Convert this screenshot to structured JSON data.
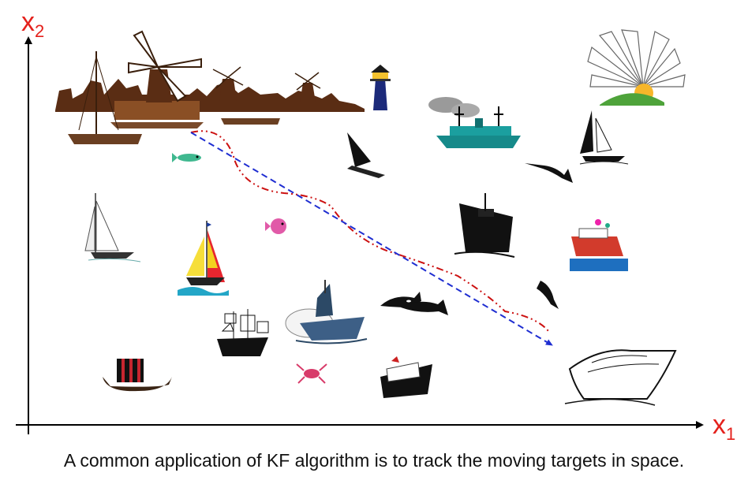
{
  "axes": {
    "x_label": "x",
    "x_subscript": "1",
    "y_label": "x",
    "y_subscript": "2",
    "color": "#e4211c"
  },
  "trajectories": {
    "true_path": {
      "style": "dash-dot",
      "color": "#cc1111"
    },
    "estimated_path": {
      "style": "dashed",
      "color": "#1f2ed1"
    }
  },
  "icons": [
    "harbor-skyline-icon",
    "windmill-icon",
    "lighthouse-icon",
    "sunrise-icon",
    "steamship-icon",
    "windsurfer-icon",
    "sailboat-icon",
    "fish-icon",
    "swordfish-icon",
    "white-sailboat-icon",
    "pufferfish-icon",
    "colorful-sailboat-icon",
    "ocean-liner-icon",
    "party-boat-icon",
    "dolphin-icon",
    "orca-icon",
    "warship-icon",
    "galleon-icon",
    "viking-ship-icon",
    "crab-icon",
    "cruise-ship-icon",
    "speedboat-icon"
  ],
  "caption": "A common application of KF algorithm is to track the moving targets in space."
}
